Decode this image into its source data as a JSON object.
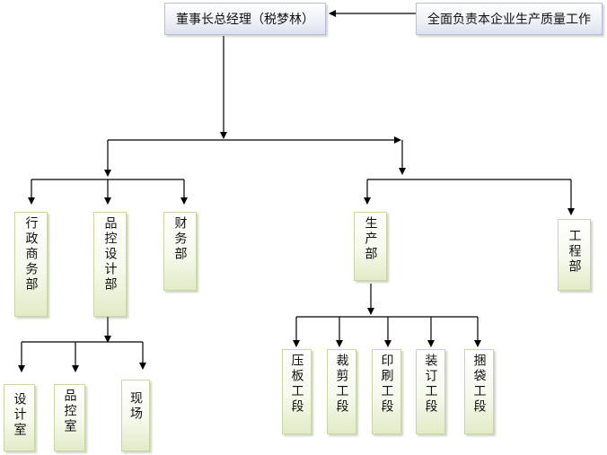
{
  "top": {
    "ceo": "董事长总经理（税梦林）",
    "quality_note": "全面负责本企业生产质量工作"
  },
  "departments": {
    "admin": "行政商务部",
    "qc_design": "品控设计部",
    "finance": "财务部",
    "production": "生产部",
    "engineering": "工程部"
  },
  "qc_units": {
    "design_room": "设计室",
    "qc_room": "品控室",
    "site": "现场"
  },
  "production_units": {
    "pressing": "压板工段",
    "cutting": "裁剪工段",
    "printing": "印刷工段",
    "binding": "装订工段",
    "bagging": "捆袋工段"
  }
}
